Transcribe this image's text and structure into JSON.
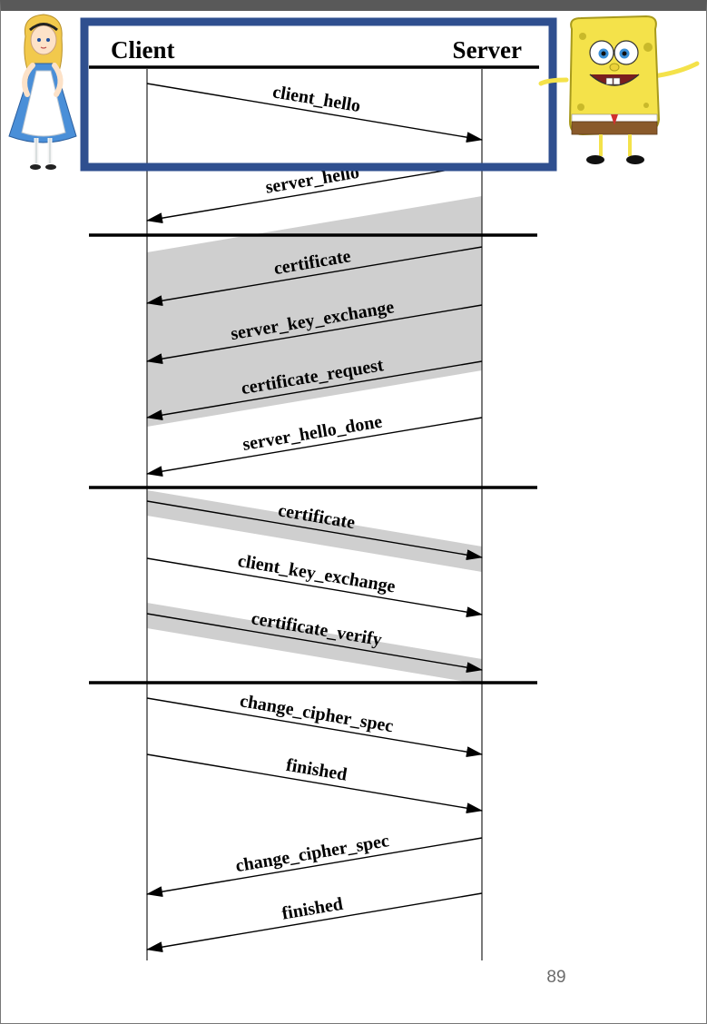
{
  "diagram": {
    "participants": {
      "client": "Client",
      "server": "Server"
    },
    "messages": [
      {
        "label": "client_hello",
        "from": "client",
        "to": "server",
        "optional": false,
        "phase": 1
      },
      {
        "label": "server_hello",
        "from": "server",
        "to": "client",
        "optional": false,
        "phase": 1
      },
      {
        "label": "certificate",
        "from": "server",
        "to": "client",
        "optional": true,
        "phase": 2
      },
      {
        "label": "server_key_exchange",
        "from": "server",
        "to": "client",
        "optional": true,
        "phase": 2
      },
      {
        "label": "certificate_request",
        "from": "server",
        "to": "client",
        "optional": true,
        "phase": 2
      },
      {
        "label": "server_hello_done",
        "from": "server",
        "to": "client",
        "optional": false,
        "phase": 2
      },
      {
        "label": "certificate",
        "from": "client",
        "to": "server",
        "optional": true,
        "phase": 3
      },
      {
        "label": "client_key_exchange",
        "from": "client",
        "to": "server",
        "optional": false,
        "phase": 3
      },
      {
        "label": "certificate_verify",
        "from": "client",
        "to": "server",
        "optional": true,
        "phase": 3
      },
      {
        "label": "change_cipher_spec",
        "from": "client",
        "to": "server",
        "optional": false,
        "phase": 4
      },
      {
        "label": "finished",
        "from": "client",
        "to": "server",
        "optional": false,
        "phase": 4
      },
      {
        "label": "change_cipher_spec",
        "from": "server",
        "to": "client",
        "optional": false,
        "phase": 4
      },
      {
        "label": "finished",
        "from": "server",
        "to": "client",
        "optional": false,
        "phase": 4
      }
    ],
    "highlighted_message": "client_hello"
  },
  "characters": {
    "client_character": "alice",
    "server_character": "spongebob"
  },
  "slide": {
    "page_number": "89"
  },
  "colors": {
    "highlight_box": "#2f4f8f",
    "optional_band": "#cfcfcf",
    "title_bar": "#595959"
  }
}
